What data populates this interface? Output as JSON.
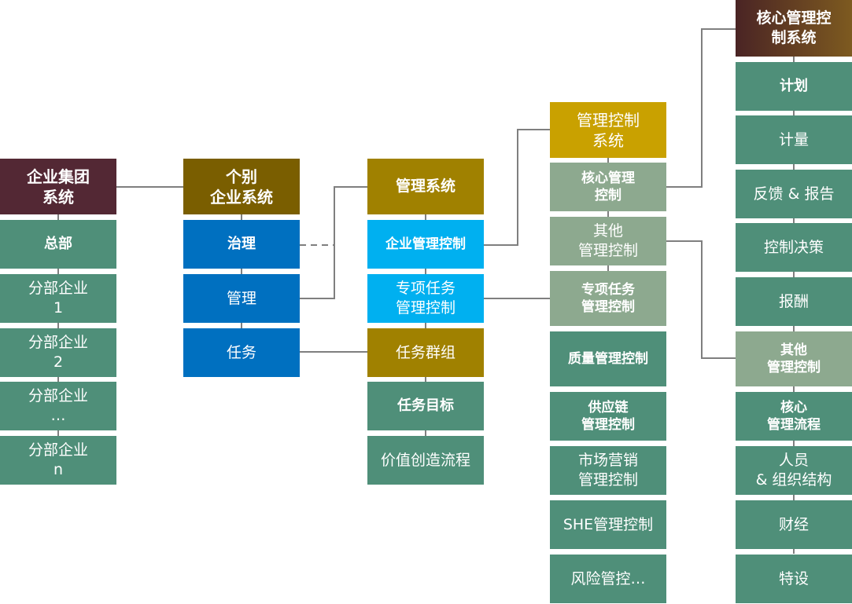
{
  "colors": {
    "header_group": "#532834",
    "header_brown": "#7a5e00",
    "header_olive": "#a08100",
    "header_gold": "#c9a100",
    "teal": "#4f8f79",
    "sage": "#8da98f",
    "blue": "#0070c0",
    "cyan": "#00b0f0",
    "line": "#7f7f7f"
  },
  "columns": {
    "group": {
      "header": "企业集团\n系统",
      "items": [
        "总部",
        "分部企业\n1",
        "分部企业\n2",
        "分部企业\n…",
        "分部企业\nn"
      ]
    },
    "individual": {
      "header": "个别\n企业系统",
      "items": [
        "治理",
        "管理",
        "任务"
      ]
    },
    "management": {
      "header": "管理系统",
      "items": [
        "企业管理控制",
        "专项任务\n管理控制",
        "任务群组",
        "任务目标",
        "价值创造流程"
      ]
    },
    "control": {
      "header": "管理控制\n系统",
      "items": [
        "核心管理\n控制",
        "其他\n管理控制",
        "专项任务\n管理控制",
        "质量管理控制",
        "供应链\n管理控制",
        "市场营销\n管理控制",
        "SHE管理控制",
        "风险管控…"
      ]
    },
    "core": {
      "header": "核心管理控\n制系统",
      "items": [
        "计划",
        "计量",
        "反馈 & 报告",
        "控制决策",
        "报酬",
        "其他\n管理控制",
        "核心\n管理流程",
        "人员\n& 组织结构",
        "财经",
        "特设"
      ]
    }
  }
}
